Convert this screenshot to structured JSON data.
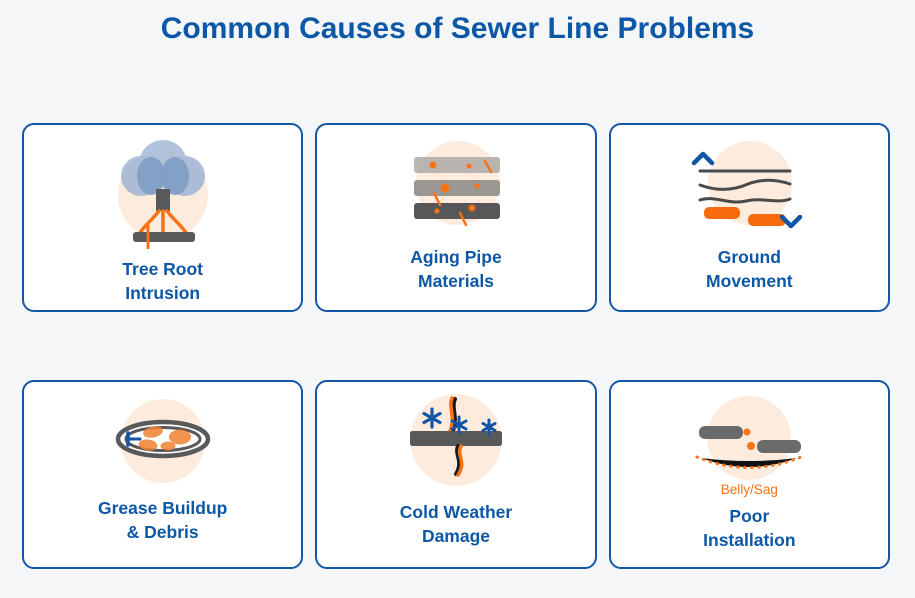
{
  "page": {
    "title": "Common Causes of Sewer Line Problems",
    "background_color": "#f5f6f8"
  },
  "colors": {
    "title_blue": "#0d57a7",
    "card_border_blue": "#1356a8",
    "card_background": "#ffffff",
    "accent_orange": "#f97316",
    "icon_circle_peach": "#fdebde",
    "pipe_dark_gray": "#58595b",
    "pipe_mid_gray": "#9b9894",
    "pipe_light_gray": "#b5b1ad",
    "canopy_blue_light": "#a9bdd8",
    "canopy_blue_dark": "#7e9cc4"
  },
  "cards": [
    {
      "id": "tree-root-intrusion",
      "label_line1": "Tree Root",
      "label_line2": "Intrusion"
    },
    {
      "id": "aging-pipe-materials",
      "label_line1": "Aging Pipe",
      "label_line2": "Materials"
    },
    {
      "id": "ground-movement",
      "label_line1": "Ground",
      "label_line2": "Movement"
    },
    {
      "id": "grease-buildup-debris",
      "label_line1": "Grease Buildup",
      "label_line2": "& Debris"
    },
    {
      "id": "cold-weather-damage",
      "label_line1": "Cold Weather",
      "label_line2": "Damage"
    },
    {
      "id": "poor-installation",
      "label_line1": "Poor",
      "label_line2": "Installation",
      "annotation": "Belly/Sag"
    }
  ]
}
